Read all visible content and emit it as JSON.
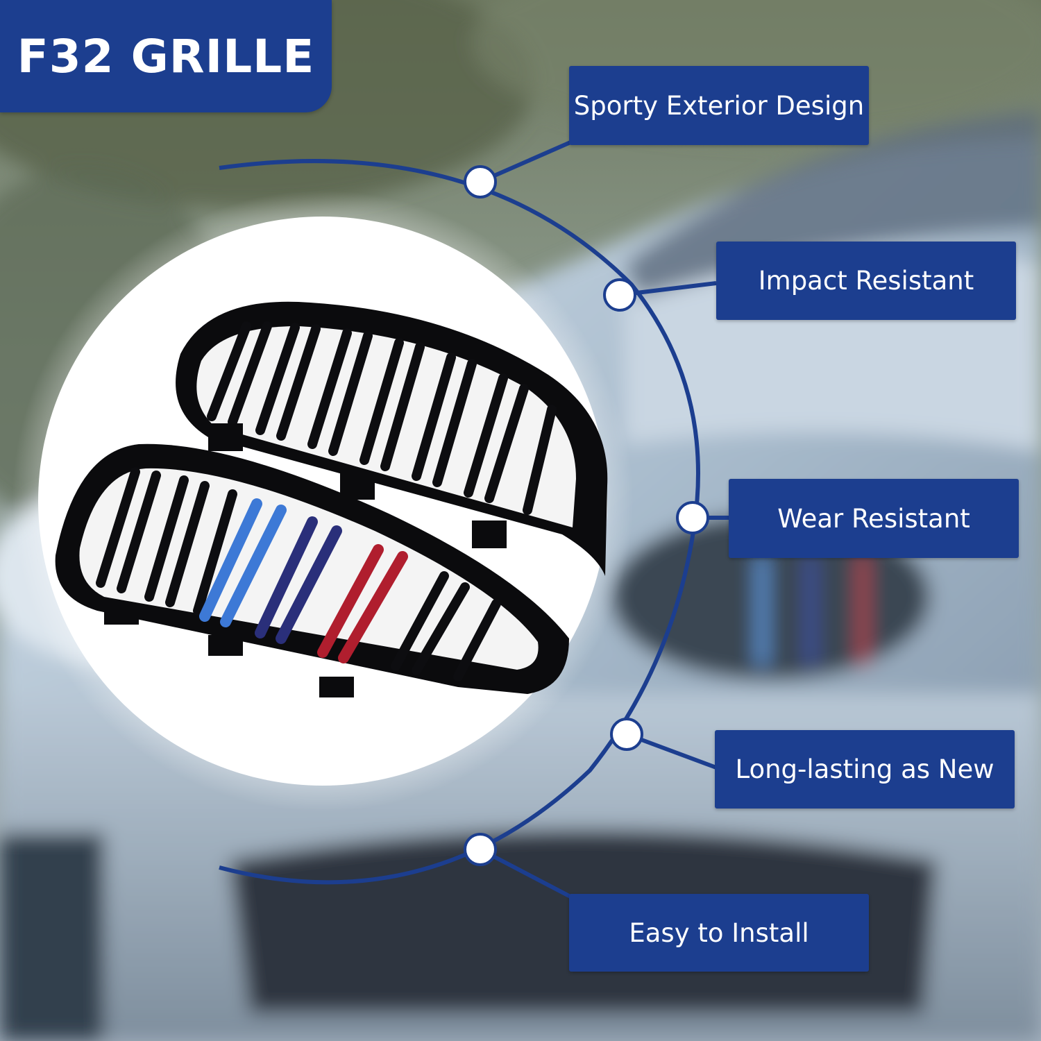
{
  "header": {
    "title": "F32 GRILLE"
  },
  "features": [
    {
      "label": "Sporty Exterior Design"
    },
    {
      "label": "Impact Resistant"
    },
    {
      "label": "Wear Resistant"
    },
    {
      "label": "Long-lasting as New"
    },
    {
      "label": "Easy to Install"
    }
  ],
  "colors": {
    "brand_blue": "#1c3e8f",
    "stripe_light_blue": "#3d79d6",
    "stripe_dark_blue": "#2a2f7a",
    "stripe_red": "#b01e2e"
  }
}
